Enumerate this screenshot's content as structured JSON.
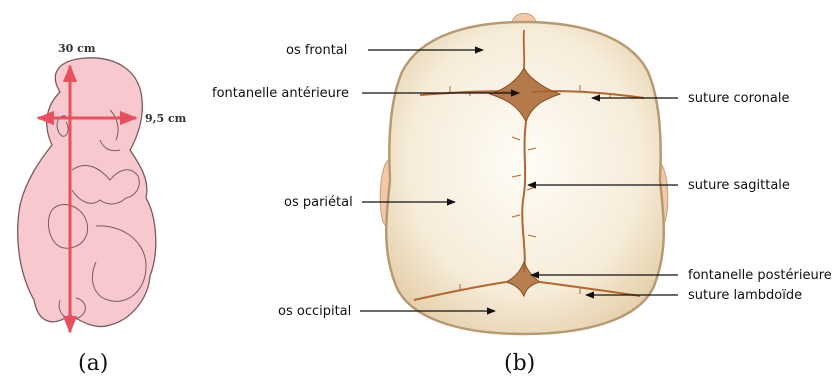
{
  "fetus": {
    "length_label": "30 cm",
    "head_width_label": "9,5 cm",
    "caption": "(a)"
  },
  "skull": {
    "caption": "(b)",
    "labels": {
      "os_frontal": "os frontal",
      "fontanelle_anterieure": "fontanelle antérieure",
      "os_parietal": "os pariétal",
      "os_occipital": "os occipital",
      "suture_coronale": "suture coronale",
      "suture_sagittale": "suture sagittale",
      "fontanelle_posterieure": "fontanelle postérieure",
      "suture_lambdoide": "suture lambdoïde"
    }
  },
  "colors": {
    "fetus_fill": "#f7c9cf",
    "fetus_outline": "#7a5a5f",
    "measure_arrow": "#e8505e",
    "skull_bone": "#f4ead7",
    "skull_outline": "#b89a72",
    "suture": "#b5652e",
    "ear": "#f2c9a8"
  }
}
